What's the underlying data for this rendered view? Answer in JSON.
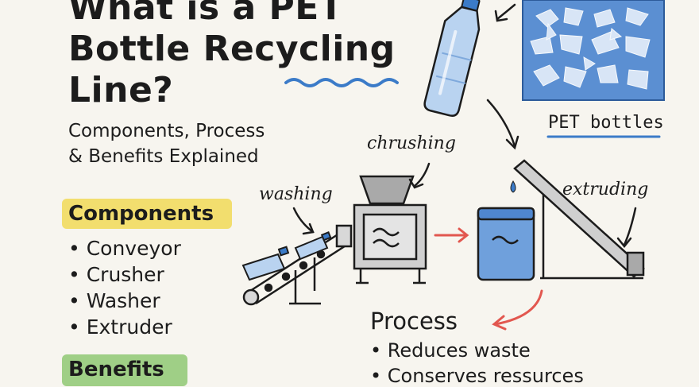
{
  "title": {
    "line1": "What is a PET",
    "line2": "Bottle Recycling",
    "line3": "Line?"
  },
  "subtitle": {
    "line1": "Components, Process",
    "line2": "& Benefits Explained"
  },
  "components": {
    "heading": "Components",
    "items": [
      "Conveyor",
      "Crusher",
      "Washer",
      "Extruder"
    ]
  },
  "benefits": {
    "heading": "Benefits"
  },
  "process": {
    "heading": "Process",
    "items": [
      "Reduces waste",
      "Conserves ressurces"
    ]
  },
  "labels": {
    "crushing": "chrushing",
    "washing": "washing",
    "extruding": "extruding",
    "pet_bottles": "PET bottles"
  },
  "colors": {
    "background": "#f7f5ef",
    "components_highlight": "#f2de6e",
    "benefits_highlight": "#9fcf86",
    "accent_blue": "#3b7bc8",
    "flake_panel": "#5b8fd2",
    "arrow_red": "#e2574f"
  }
}
